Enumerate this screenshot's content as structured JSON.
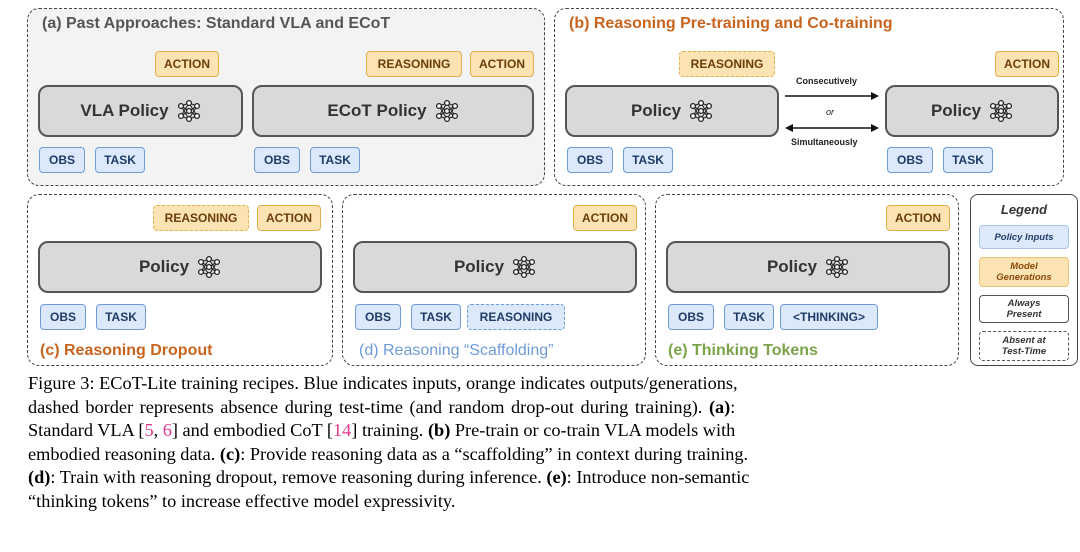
{
  "panels": {
    "a": {
      "title": "(a) Past Approaches: Standard VLA and ECoT",
      "color": "#555555",
      "policy1": "VLA Policy",
      "policy2": "ECoT Policy"
    },
    "b": {
      "title": "(b) Reasoning Pre-training and Co-training",
      "color": "#c8641e",
      "policy": "Policy",
      "top_arrow_label": "Consecutively",
      "mid_label": "or",
      "bottom_arrow_label": "Simultaneously"
    },
    "c": {
      "title": "(c) Reasoning Dropout",
      "color": "#c8641e",
      "policy": "Policy"
    },
    "d": {
      "title": "(d) Reasoning “Scaffolding”",
      "color": "#6f9ad8",
      "policy": "Policy"
    },
    "e": {
      "title": "(e) Thinking Tokens",
      "color": "#7aa34a",
      "policy": "Policy"
    }
  },
  "chips": {
    "obs": "OBS",
    "task": "TASK",
    "action": "ACTION",
    "reasoning": "REASONING",
    "thinking": "<THINKING>"
  },
  "legend": {
    "title": "Legend",
    "inputs": "Policy Inputs",
    "generations": "Model Generations",
    "present": "Always Present",
    "absent": "Absent at Test-Time"
  },
  "caption": {
    "l1": "Figure 3: ECoT-Lite training recipes. Blue indicates inputs, orange indicates outputs/generations,",
    "l2": "dashed border represents absence during test-time (and random drop-out during training).",
    "l2b": "(a)",
    "l2c": ":",
    "l3a": "Standard VLA [",
    "c5": "5",
    "l3sep": ", ",
    "c6": "6",
    "l3b": "] and embodied CoT [",
    "c14": "14",
    "l3c": "] training.",
    "l3d": "(b)",
    "l3e": "Pre-train or co-train VLA models with",
    "l4a": "embodied reasoning data.",
    "l4b": "(c)",
    "l4c": ": Provide reasoning data as a “scaffolding” in context during training.",
    "l5a": "(d)",
    "l5b": ": Train with reasoning dropout, remove reasoning during inference.",
    "l5c": "(e)",
    "l5d": ": Introduce non-semantic",
    "l6": "“thinking tokens” to increase effective model expressivity."
  }
}
